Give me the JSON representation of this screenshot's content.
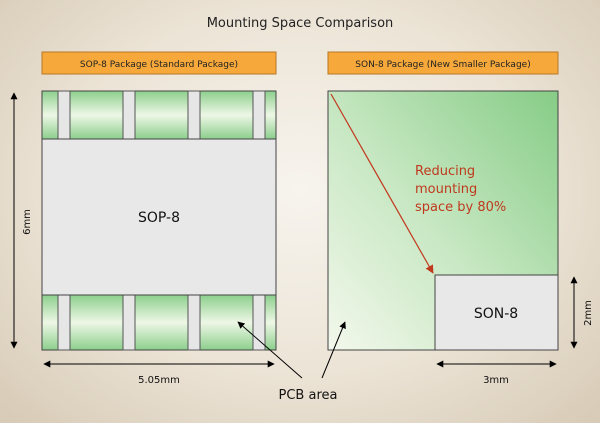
{
  "title": "Mounting Space Comparison",
  "left_panel": {
    "header": "SOP-8 Package (Standard Package)",
    "chip_label": "SOP-8",
    "width_dim": "5.05mm",
    "height_dim": "6mm"
  },
  "right_panel": {
    "header": "SON-8 Package (New Smaller Package)",
    "chip_label": "SON-8",
    "width_dim": "3mm",
    "height_dim": "2mm",
    "note_lines": [
      "Reducing",
      "mounting",
      "space by 80%"
    ]
  },
  "pcb_label": "PCB area",
  "colors": {
    "header_fill": "#f6a93a",
    "pcb_green": "#8ccf8c",
    "pcb_light": "#f3f8ec",
    "chip_gray": "#e8e8e8",
    "note_red": "#c0391e"
  }
}
